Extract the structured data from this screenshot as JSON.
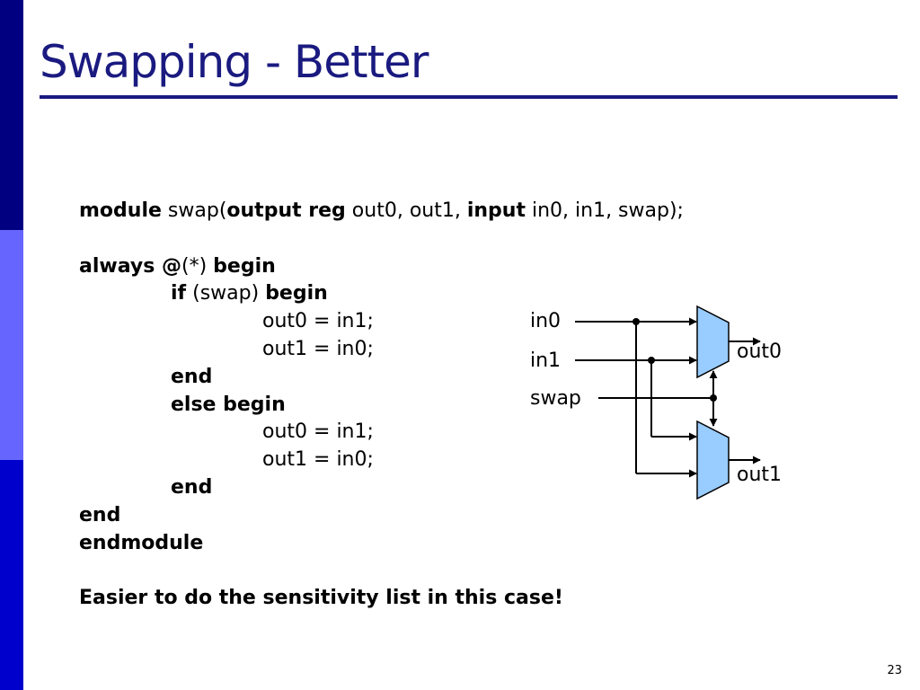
{
  "slide": {
    "title": "Swapping - Better",
    "page_number": "23"
  },
  "code": {
    "l1": {
      "a": "module",
      "b": " swap(",
      "c": "output reg",
      "d": " out0, out1, ",
      "e": "input",
      "f": " in0, in1, swap);"
    },
    "l2": {
      "a": "always @",
      "b": "(*) ",
      "c": "begin"
    },
    "l3": {
      "a": "if",
      "b": " (swap) ",
      "c": "begin"
    },
    "l4": "out0 = in1;",
    "l5": "out1 = in0;",
    "l6": "end",
    "l7": "else begin",
    "l8": "out0 = in1;",
    "l9": "out1 = in0;",
    "l10": "end",
    "l11": "end",
    "l12": "endmodule",
    "note": "Easier to do the sensitivity list in this case!"
  },
  "diagram": {
    "labels": {
      "in0": "in0",
      "in1": "in1",
      "swap": "swap",
      "out0": "out0",
      "out1": "out1"
    },
    "mux_color": "#99ccff"
  }
}
